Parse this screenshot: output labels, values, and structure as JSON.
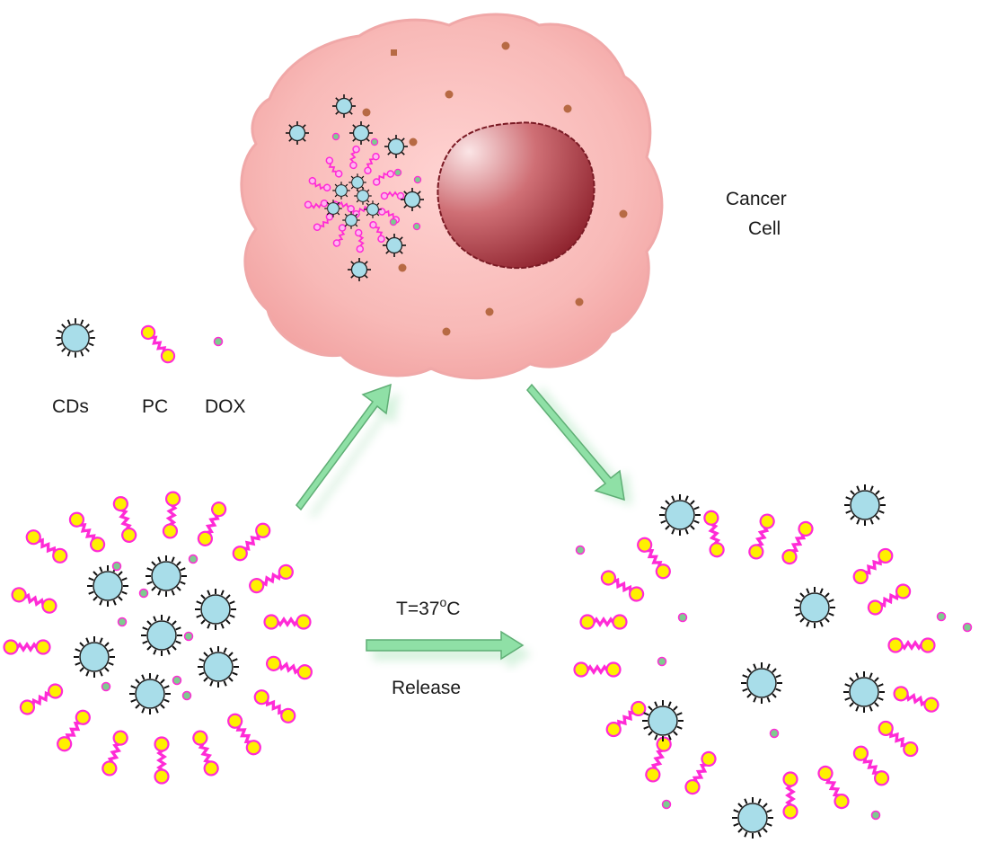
{
  "labels": {
    "cancer_line1": "Cancer",
    "cancer_line2": "Cell",
    "legend_cds": "CDs",
    "legend_pc": "PC",
    "legend_dox": "DOX",
    "temperature": "T=37",
    "temperature_deg": "o",
    "temperature_unit": "C",
    "release": "Release"
  },
  "colors": {
    "cell_fill": "#f7b7b5",
    "nucleus_dark": "#9c2833",
    "carbon_dot": "#a8dde9",
    "pc_head": "#fff000",
    "pc_tail": "#ff2bd6",
    "dox": "#7ecb8f",
    "arrow": "#8fe0a6",
    "granule": "#b76a44"
  },
  "icons": {
    "carbon_dot": "carbon-dot-icon",
    "phosphatidylcholine": "pc-molecule-icon",
    "doxorubicin": "dox-molecule-icon"
  }
}
